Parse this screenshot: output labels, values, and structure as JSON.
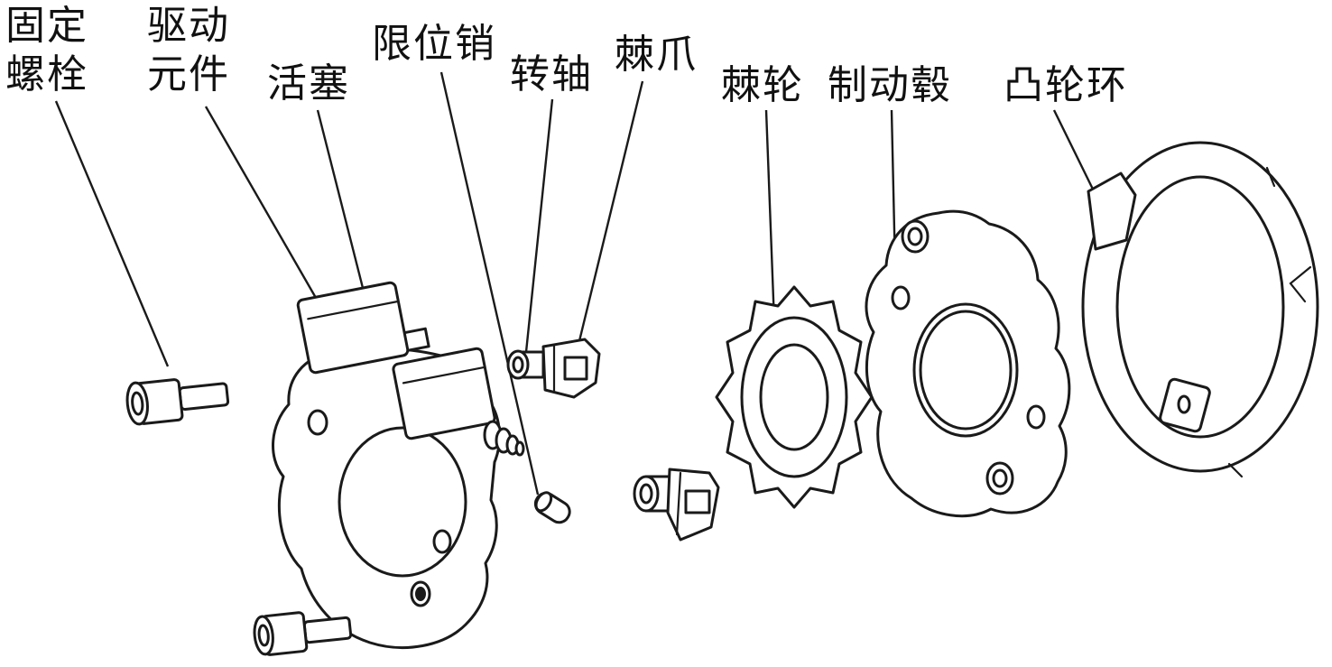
{
  "diagram": {
    "title": "ratchet-brake-exploded-view",
    "colors": {
      "line": "#1a1a1a",
      "background": "#ffffff",
      "text": "#111111"
    },
    "labels": [
      {
        "id": "fixing-bolt",
        "text": "固定\n螺栓"
      },
      {
        "id": "drive-element",
        "text": "驱动\n元件"
      },
      {
        "id": "piston",
        "text": "活塞"
      },
      {
        "id": "limit-pin",
        "text": "限位销"
      },
      {
        "id": "shaft",
        "text": "转轴"
      },
      {
        "id": "pawl",
        "text": "棘爪"
      },
      {
        "id": "ratchet",
        "text": "棘轮"
      },
      {
        "id": "brake-hub",
        "text": "制动毂"
      },
      {
        "id": "cam-ring",
        "text": "凸轮环"
      }
    ]
  }
}
